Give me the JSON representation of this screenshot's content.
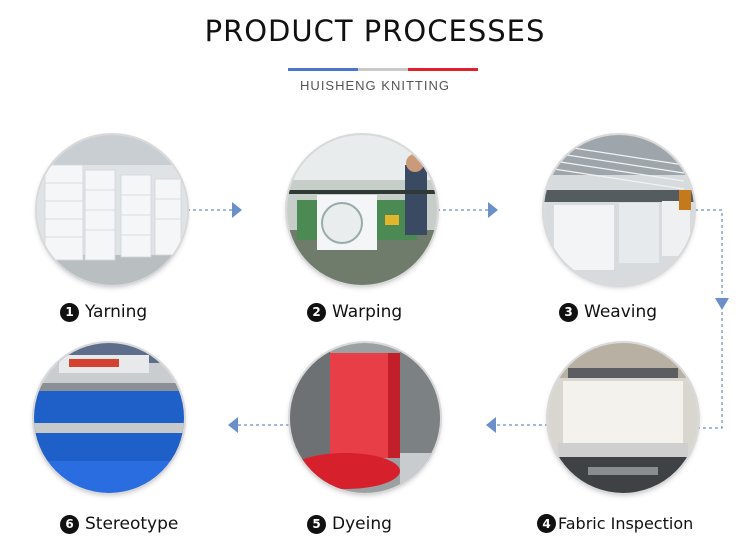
{
  "header": {
    "title": "PRODUCT PROCESSES",
    "subtitle": "HUISHENG KNITTING",
    "colors": {
      "blue": "#4a78c2",
      "gray": "#c9c9c9",
      "red": "#e0202a"
    }
  },
  "steps": [
    {
      "num": "1",
      "label": "Yarning"
    },
    {
      "num": "2",
      "label": "Warping"
    },
    {
      "num": "3",
      "label": "Weaving"
    },
    {
      "num": "4",
      "label": "Fabric Inspection"
    },
    {
      "num": "5",
      "label": "Dyeing"
    },
    {
      "num": "6",
      "label": "Stereotype"
    }
  ],
  "connector": {
    "color": "#6b8fc9"
  }
}
